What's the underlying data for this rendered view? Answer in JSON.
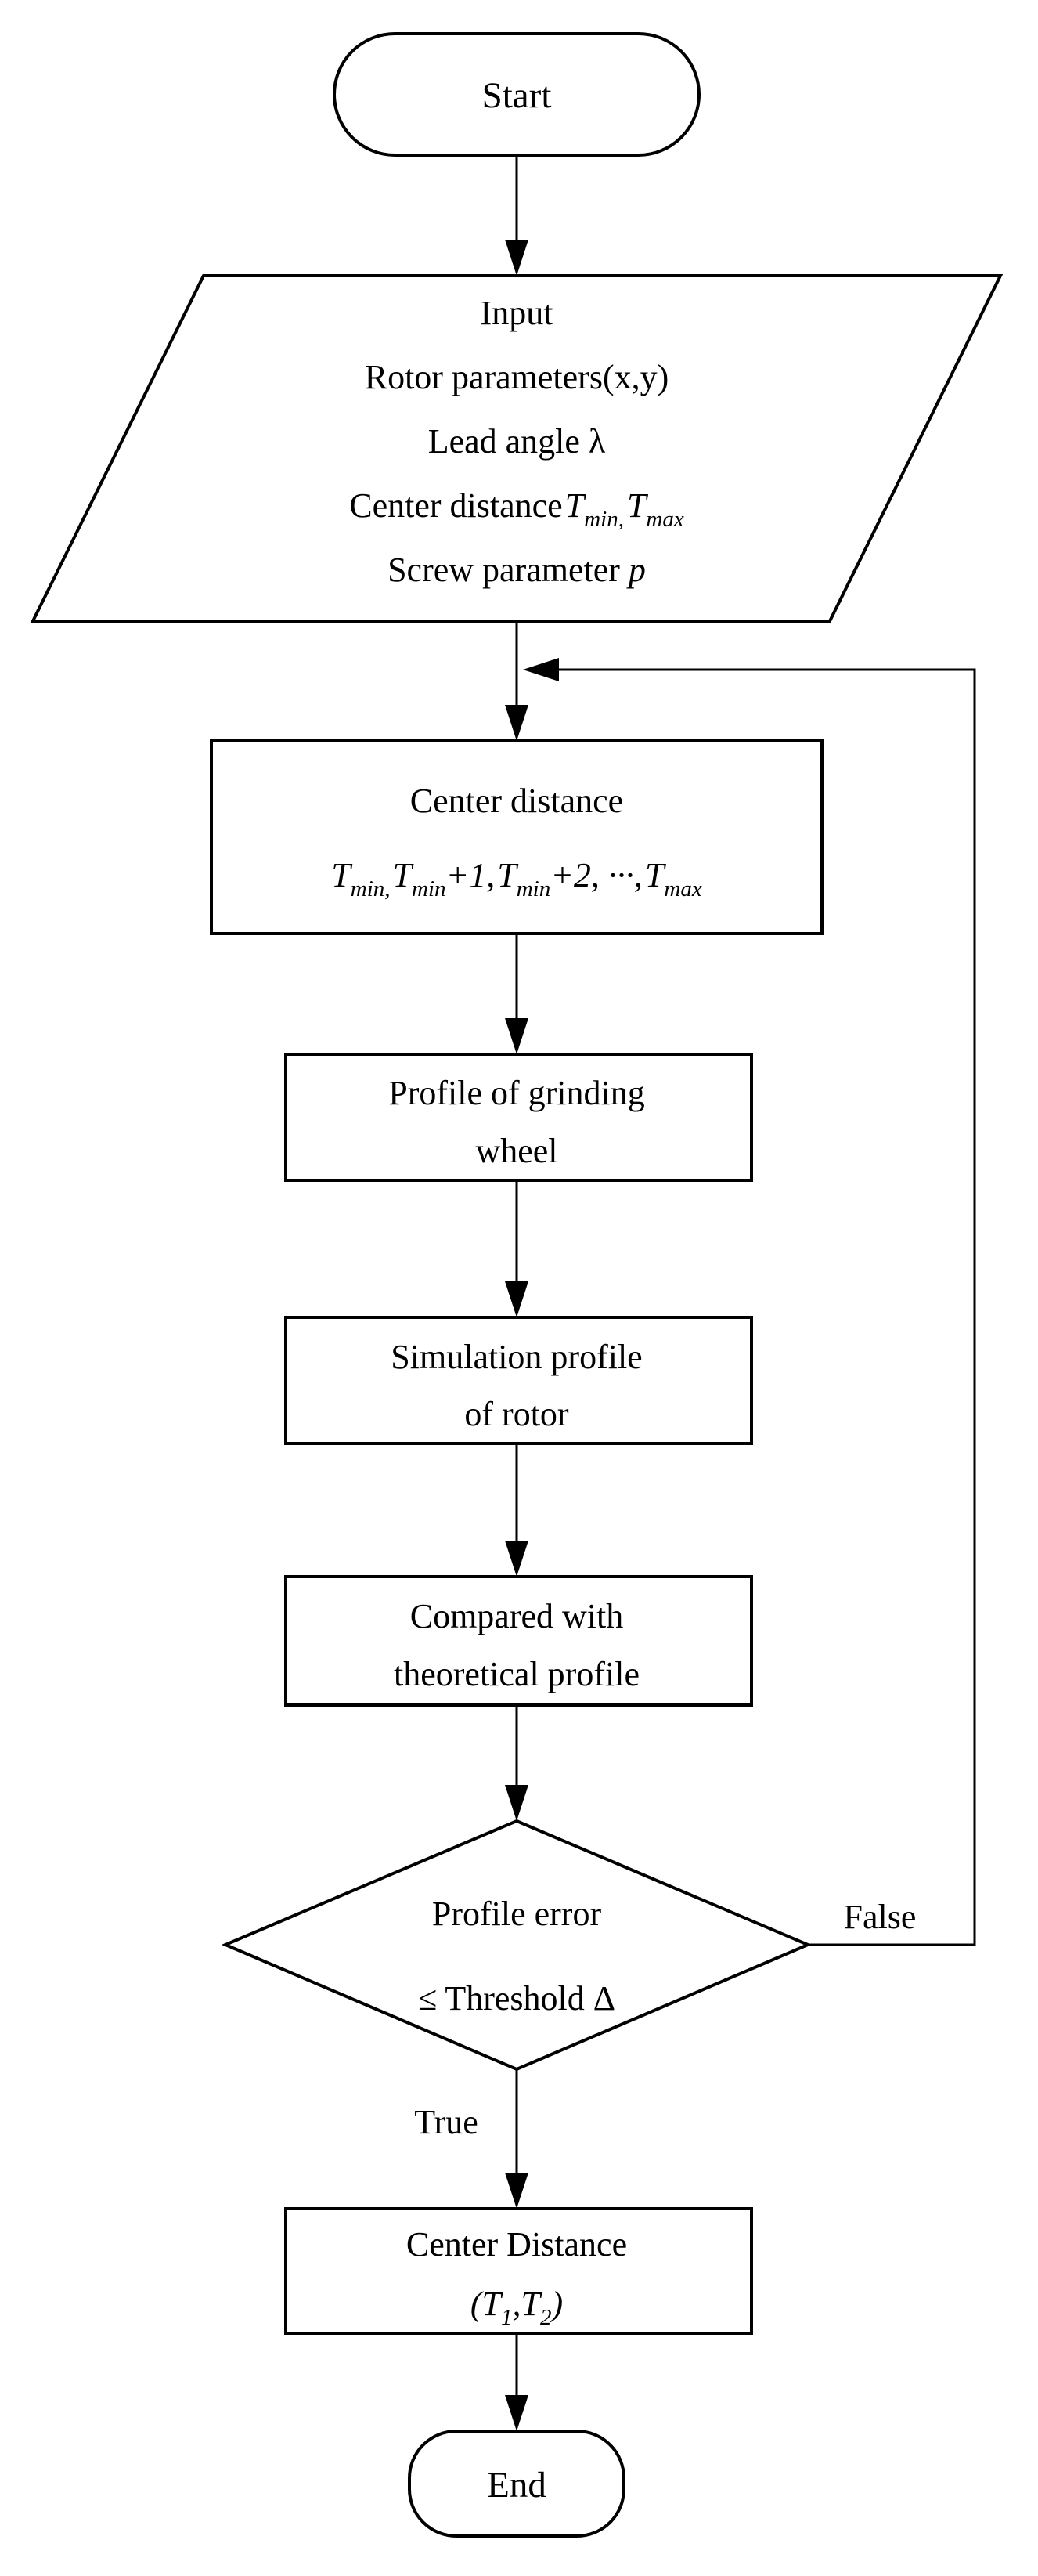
{
  "diagram": {
    "background_color": "#ffffff",
    "stroke_color": "#000000",
    "nodes": {
      "start": {
        "label": "Start"
      },
      "input": {
        "line1": "Input",
        "line2": "Rotor parameters(x,y)",
        "line3": "Lead angle λ",
        "line4_prefix": "Center distance",
        "line4_t1": "T",
        "line4_t1_sub": "min,",
        "line4_t2": "T",
        "line4_t2_sub": "max",
        "line5_prefix": "Screw parameter ",
        "line5_var": "p"
      },
      "center_distance_range": {
        "line1": "Center distance",
        "t1": "T",
        "t1_sub": "min,",
        "t2": "T",
        "t2_sub": "min",
        "plus1": "+1,",
        "t3": "T",
        "t3_sub": "min",
        "plus2": "+2, ···,",
        "t4": "T",
        "t4_sub": "max"
      },
      "grinding_wheel": {
        "line1": "Profile of grinding",
        "line2": "wheel"
      },
      "simulation_profile": {
        "line1": "Simulation profile",
        "line2": "of rotor"
      },
      "compare": {
        "line1": "Compared with",
        "line2": "theoretical profile"
      },
      "decision": {
        "line1": "Profile error",
        "line2": "≤ Threshold Δ"
      },
      "result": {
        "line1": "Center Distance",
        "p1": "(T",
        "p1_sub": "1",
        "p2": ",T",
        "p2_sub": "2",
        "p3": ")"
      },
      "end": {
        "label": "End"
      }
    },
    "edges": {
      "true_label": "True",
      "false_label": "False"
    }
  }
}
